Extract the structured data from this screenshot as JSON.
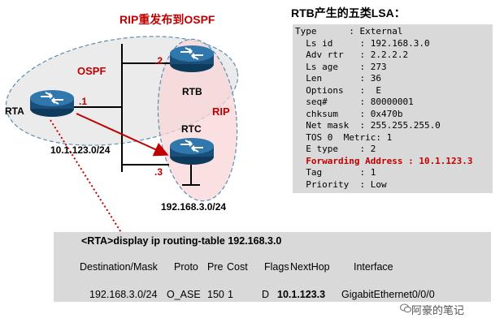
{
  "diagram": {
    "title": "RIP重发布到OSPF",
    "ospf_label": "OSPF",
    "rip_label": "RIP",
    "routers": {
      "rta": "RTA",
      "rtb": "RTB",
      "rtc": "RTC"
    },
    "ports": {
      "rta": ".1",
      "rtb": ".2",
      "rtc": ".3"
    },
    "network_segment": "10.1.123.0/24",
    "rtc_network": "192.168.3.0/24"
  },
  "lsa": {
    "title": "RTB产生的五类LSA：",
    "lines": [
      "Type      : External",
      "  Ls id     : 192.168.3.0",
      "  Adv rtr   : 2.2.2.2",
      "  Ls age    : 273",
      "  Len       : 36",
      "  Options   :  E",
      "  seq#      : 80000001",
      "  chksum    : 0x470b",
      "  Net mask  : 255.255.255.0",
      "  TOS 0  Metric: 1",
      "  E type    : 2",
      "  Forwarding Address : 10.1.123.3",
      "  Tag       : 1",
      "  Priority  : Low"
    ]
  },
  "routing": {
    "command": "<RTA>display ip routing-table 192.168.3.0",
    "headers": {
      "destination": "Destination/Mask",
      "proto": "Proto",
      "pre": "Pre",
      "cost": "Cost",
      "flags": "Flags",
      "nexthop": "NextHop",
      "interface": "Interface"
    },
    "row": {
      "destination": "192.168.3.0/24",
      "proto": "O_ASE",
      "pre": "150",
      "cost": "1",
      "flags": "D",
      "nexthop": "10.1.123.3",
      "interface": "GigabitEthernet0/0/0"
    }
  },
  "watermark": "阿豪的笔记",
  "colors": {
    "accent_red": "#c00000",
    "panel_gray": "#d9d9d9",
    "router_blue": "#1f5f8c"
  }
}
